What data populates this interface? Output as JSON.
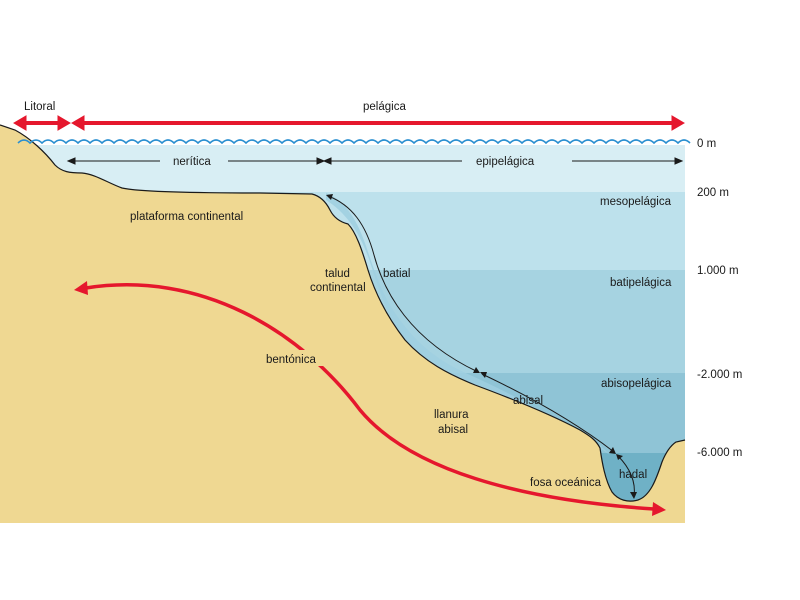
{
  "colors": {
    "land": "#efd892",
    "epipelagic": "#d8eef4",
    "mesopelagic": "#bde1ec",
    "bathypelagic": "#a6d3e1",
    "abyssopelagic": "#8fc4d6",
    "hadal": "#6fb1c6",
    "benthic_band": "#9fcfe0",
    "accent_red": "#e5172d",
    "wave_blue": "#2a8fd0"
  },
  "zones": {
    "litoral": "Litoral",
    "pelagica": "pelágica",
    "neritica": "nerítica",
    "epipelagica": "epipelágica",
    "mesopelagica": "mesopelágica",
    "batipelagica": "batipelágica",
    "abisopelagica": "abisopelágica",
    "batial": "batial",
    "abisal": "abisal",
    "hadal": "hadal",
    "bentonica": "bentónica"
  },
  "features": {
    "plataforma": "plataforma continental",
    "talud_1": "talud",
    "talud_2": "continental",
    "llanura_1": "llanura",
    "llanura_2": "abisal",
    "fosa": "fosa oceánica"
  },
  "depths": [
    "0 m",
    "200 m",
    "1.000 m",
    "-2.000 m",
    "-6.000 m"
  ]
}
